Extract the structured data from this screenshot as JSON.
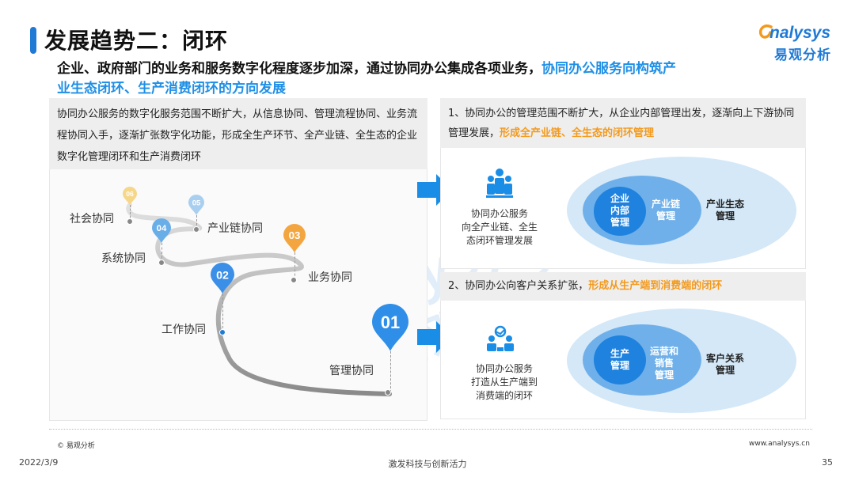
{
  "header": {
    "title": "发展趋势二：闭环",
    "logo_word": "nalysys",
    "logo_cn": "易观分析"
  },
  "subtitle": {
    "line_plain": "企业、政府部门的业务和服务数字化程度逐步加深，通过协同办公集成各项业务，",
    "line_highlight_1": "协同办公服务向构筑产",
    "line_highlight_2": "业生态闭环、生产消费闭环的方向发展"
  },
  "left_panel": {
    "description": "协同办公服务的数字化服务范围不断扩大，从信息协同、管理流程协同、业务流程协同入手，逐渐扩张数字化功能，形成全生产环节、全产业链、全生态的企业数字化管理闭环和生产消费闭环",
    "stages": [
      {
        "number": "01",
        "label": "管理协同",
        "color": "#2f8fe8"
      },
      {
        "number": "02",
        "label": "工作协同",
        "color": "#3b8fe6"
      },
      {
        "number": "03",
        "label": "业务协同",
        "color": "#f3a640"
      },
      {
        "number": "04",
        "label": "系统协同",
        "color": "#6aaee8"
      },
      {
        "number": "05",
        "label": "产业链协同",
        "color": "#a9cff0"
      },
      {
        "number": "06",
        "label": "社会协同",
        "color": "#f6d78a"
      }
    ]
  },
  "right_top": {
    "desc_plain": "1、协同办公的管理范围不断扩大，从企业内部管理出发，逐渐向上下游协同管理发展，",
    "desc_highlight": "形成全产业链、全生态的闭环管理",
    "icon": "team-icon",
    "caption": [
      "协同办公服务",
      "向全产业链、全生",
      "态闭环管理发展"
    ],
    "rings": {
      "inner": "企业\n内部\n管理",
      "middle": "产业链\n管理",
      "outer": "产业生态\n管理"
    }
  },
  "right_bottom": {
    "desc_plain": "2、协同办公向客户关系扩张，",
    "desc_highlight": "形成从生产端到消费端的闭环",
    "icon": "customer-service-icon",
    "caption": [
      "协同办公服务",
      "打造从生产端到",
      "消费端的闭环"
    ],
    "rings": {
      "inner": "生产\n管理",
      "middle": "运营和\n销售\n管理",
      "outer": "客户关系\n管理"
    }
  },
  "footer": {
    "copyright": "© 易观分析",
    "url": "www.analysys.cn",
    "date": "2022/3/9",
    "slogan": "激发科技与创新活力",
    "page": "35"
  },
  "colors": {
    "brand_blue": "#1f7ad6",
    "highlight_blue": "#1f8fe6",
    "highlight_orange": "#f39a1e",
    "ring_outer": "#d4e8f8",
    "ring_middle": "#7fb8ec",
    "ring_inner": "#2a86e0"
  }
}
